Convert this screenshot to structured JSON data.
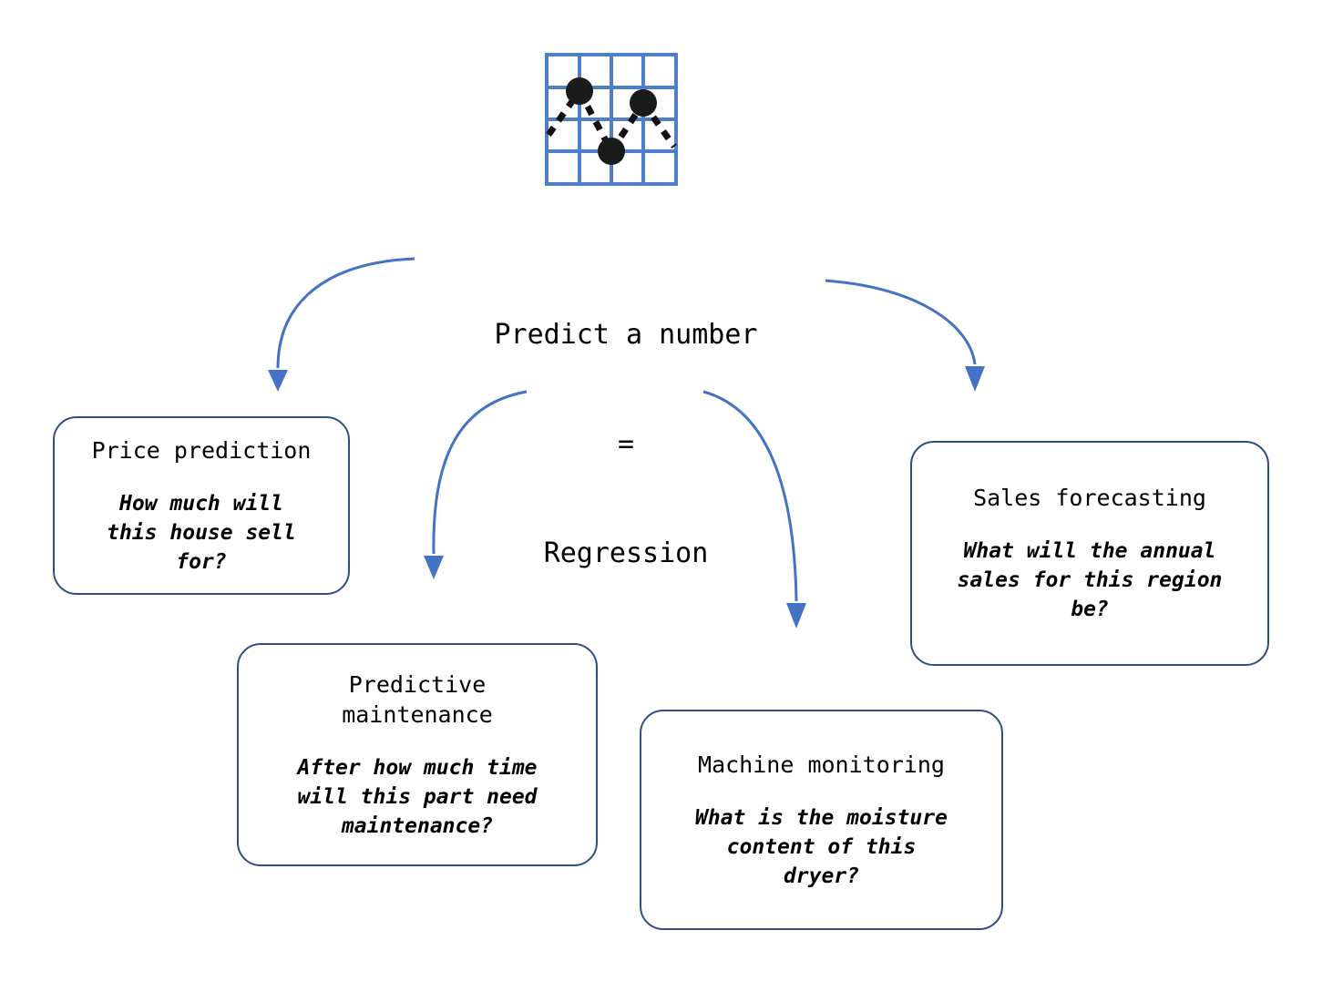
{
  "diagram": {
    "center": {
      "line1": "Predict a number",
      "line2": "=",
      "line3": "Regression"
    },
    "icon": {
      "name": "scatter-line-chart-icon",
      "grid_color": "#4e7fc8",
      "point_color": "#1a1a1a",
      "points": 3
    },
    "arrow_color": "#4472c4",
    "card_border_color": "#2f4f84",
    "cards": [
      {
        "id": "price-prediction",
        "title": "Price prediction",
        "question": "How much will\nthis house sell\nfor?"
      },
      {
        "id": "predictive-maintenance",
        "title": "Predictive\nmaintenance",
        "question": "After how much time\nwill this part need\nmaintenance?"
      },
      {
        "id": "machine-monitoring",
        "title": "Machine monitoring",
        "question": "What is the moisture\ncontent of this\ndryer?"
      },
      {
        "id": "sales-forecasting",
        "title": "Sales forecasting",
        "question": "What will the annual\nsales for this region\nbe?"
      }
    ]
  }
}
